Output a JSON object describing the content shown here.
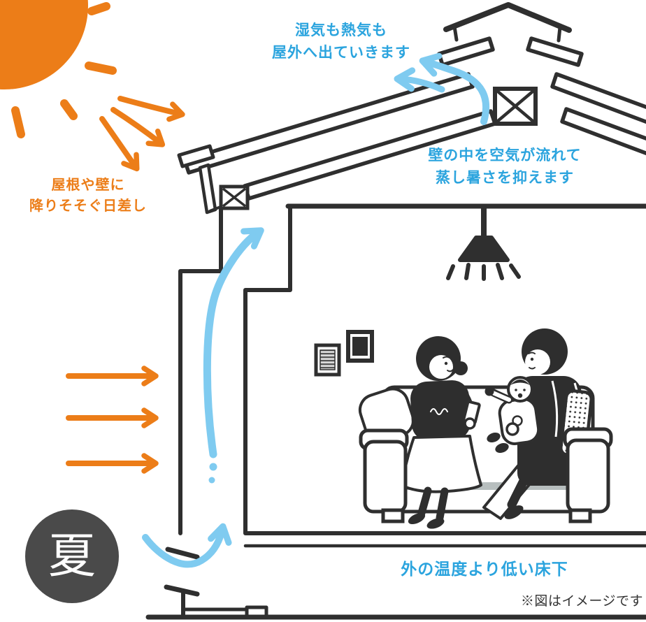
{
  "labels": {
    "roof_exhaust_line1": "湿気も熱気も",
    "roof_exhaust_line2": "屋外へ出ていきます",
    "wall_airflow_line1": "壁の中を空気が流れて",
    "wall_airflow_line2": "蒸し暑さを抑えます",
    "sunlight_line1": "屋根や壁に",
    "sunlight_line2": "降りそそぐ日差し",
    "underfloor": "外の温度より低い床下",
    "disclaimer": "※図はイメージです",
    "season_badge": "夏"
  },
  "colors": {
    "sun_orange": "#EC7D18",
    "airflow_blue": "#7FCBF0",
    "text_blue": "#2BA4DE",
    "line_dark": "#2F2F2F",
    "badge_background": "#4A4A4A",
    "seat_gray": "#B7BEBE"
  },
  "icons": {
    "sun": "orange quarter sun with rays, top-left",
    "ridge_vent": "X-crossed box under roof monitor",
    "eave_vent": "small X-crossed box at eave",
    "pendant_lamp": "black pendant light with ray dashes",
    "season_badge": "dark circle with white kanji for summer"
  }
}
